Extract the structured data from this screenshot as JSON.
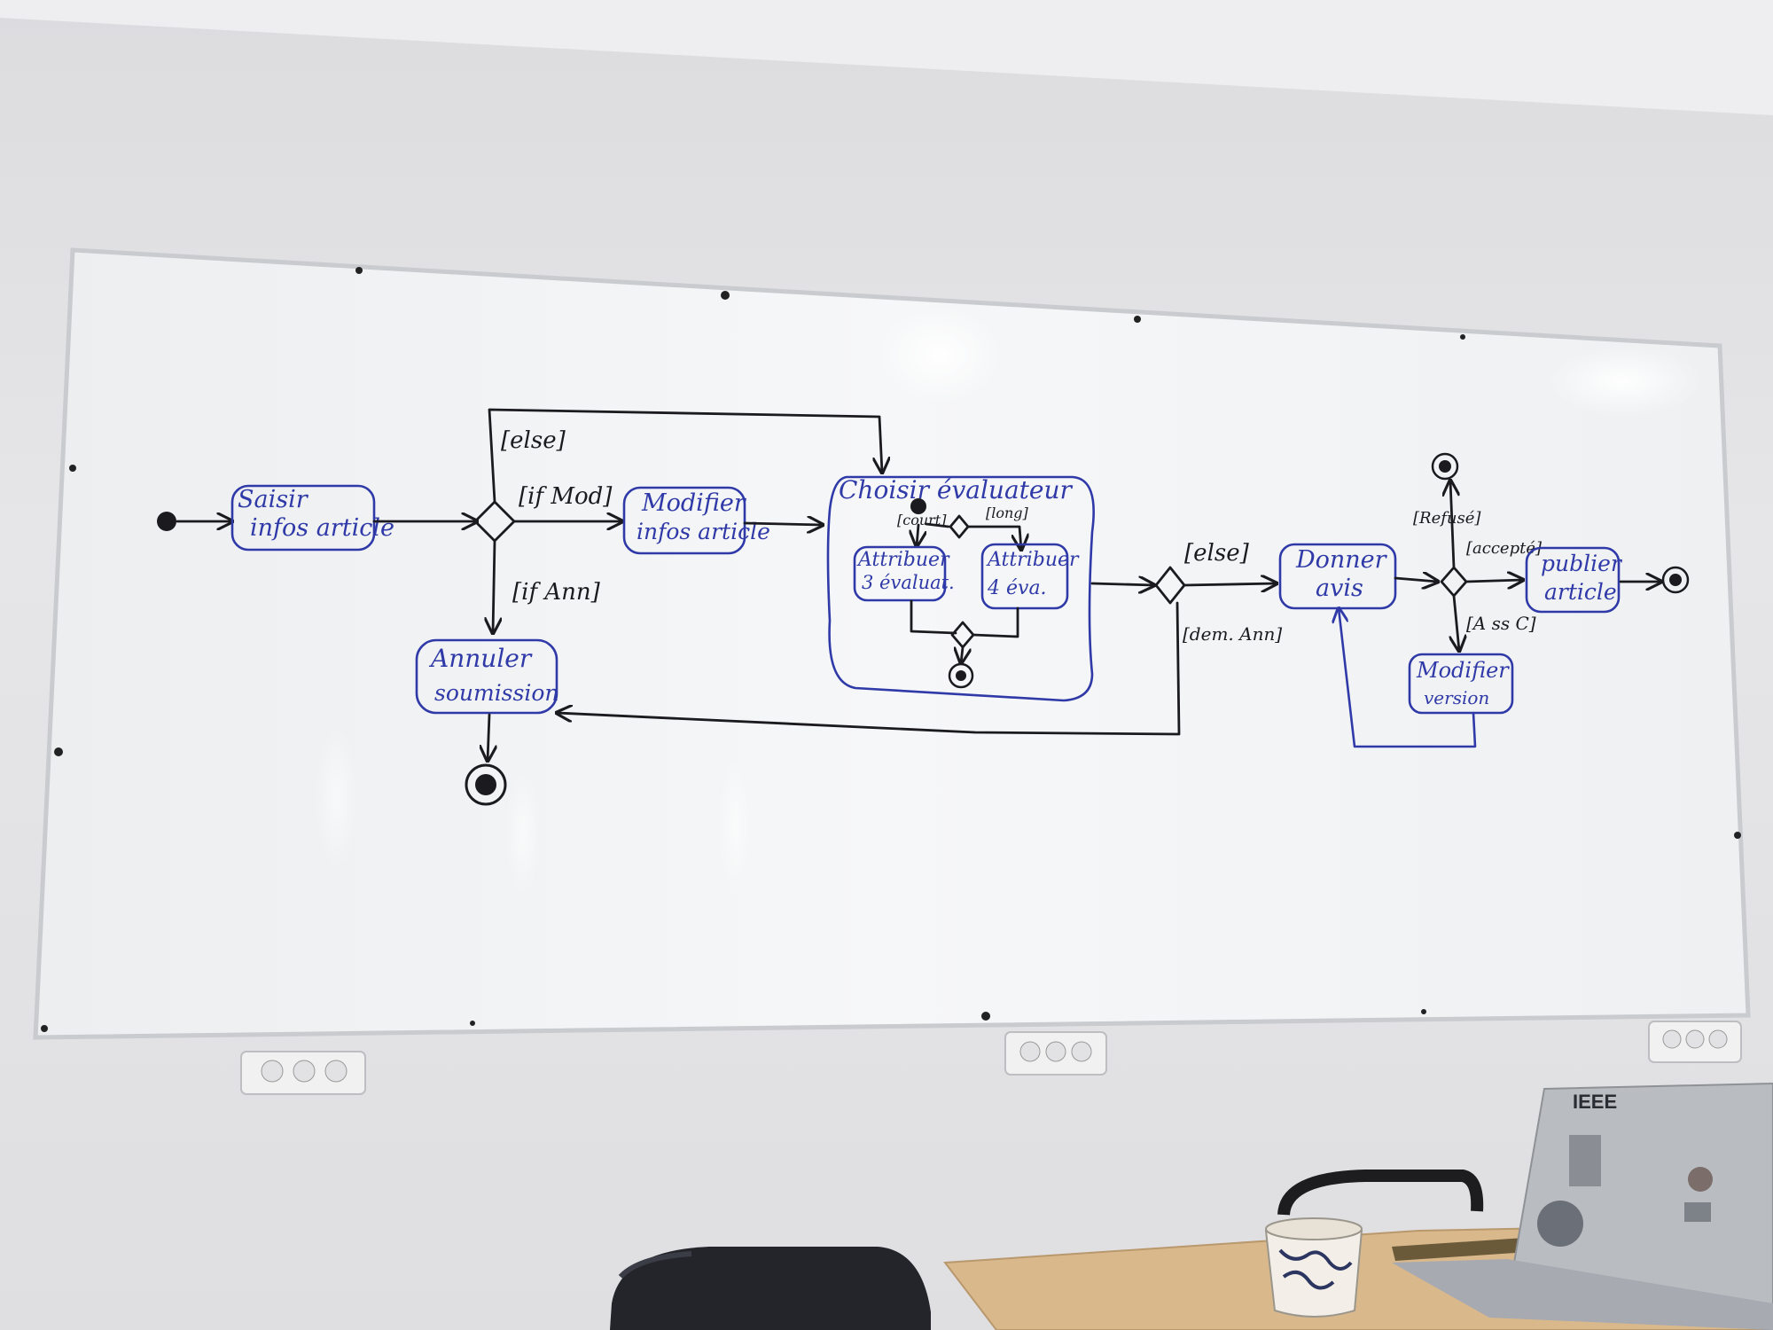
{
  "diagram": {
    "actions": {
      "saisir": [
        "Saisir",
        "infos article"
      ],
      "modifier_infos": [
        "Modifier",
        "infos article"
      ],
      "annuler": [
        "Annuler",
        "soumission"
      ],
      "choisir": "Choisir évaluateur",
      "attribuer3": [
        "Attribuer",
        "3 évaluat."
      ],
      "attribuer4": [
        "Attribuer",
        "4 éva."
      ],
      "donner_avis": [
        "Donner",
        "avis"
      ],
      "publier": [
        "publier",
        "article"
      ],
      "modifier_version": [
        "Modifier",
        "version"
      ]
    },
    "guards": {
      "else_top": "[else]",
      "if_mod": "[if Mod]",
      "if_ann": "[if Ann]",
      "court": "[court]",
      "long": "[long]",
      "else_right": "[else]",
      "dem_ann": "[dem. Ann]",
      "refuse": "[Refusé]",
      "accepte": "[accepté]",
      "assc": "[A ss C]"
    }
  },
  "laptop": {
    "sticker_brand": "IEEE"
  },
  "colors": {
    "blue_ink": "#2f3aa8",
    "black_ink": "#1b1b1f",
    "board": "#f4f5f6"
  }
}
